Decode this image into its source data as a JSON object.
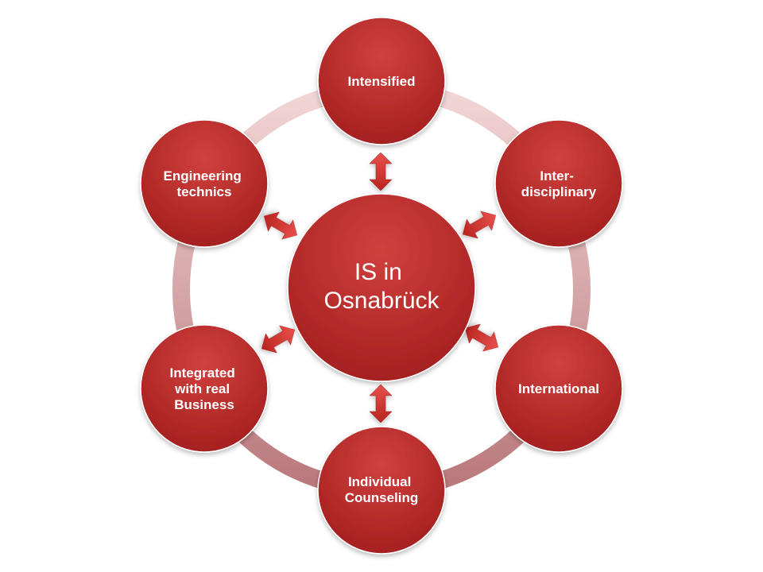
{
  "colors": {
    "node_light": "#d0403e",
    "node_dark": "#a5201f",
    "ring_light": "#f2d6d6",
    "ring_dark": "#b9787a",
    "arrow_light": "#e8504c",
    "arrow_dark": "#b8241f",
    "text": "#ffffff"
  },
  "center": {
    "line1": "IS in",
    "line2": "Osnabrück"
  },
  "nodes": [
    {
      "id": "intensified",
      "lines": [
        "Intensified"
      ]
    },
    {
      "id": "interdisciplinary",
      "lines": [
        "Inter-",
        "disciplinary"
      ]
    },
    {
      "id": "international",
      "lines": [
        "International"
      ]
    },
    {
      "id": "individual-counseling",
      "lines": [
        "Individual",
        "Counseling"
      ]
    },
    {
      "id": "integrated-business",
      "lines": [
        "Integrated",
        "with real",
        "Business"
      ]
    },
    {
      "id": "engineering-technics",
      "lines": [
        "Engineering",
        "technics"
      ]
    }
  ]
}
